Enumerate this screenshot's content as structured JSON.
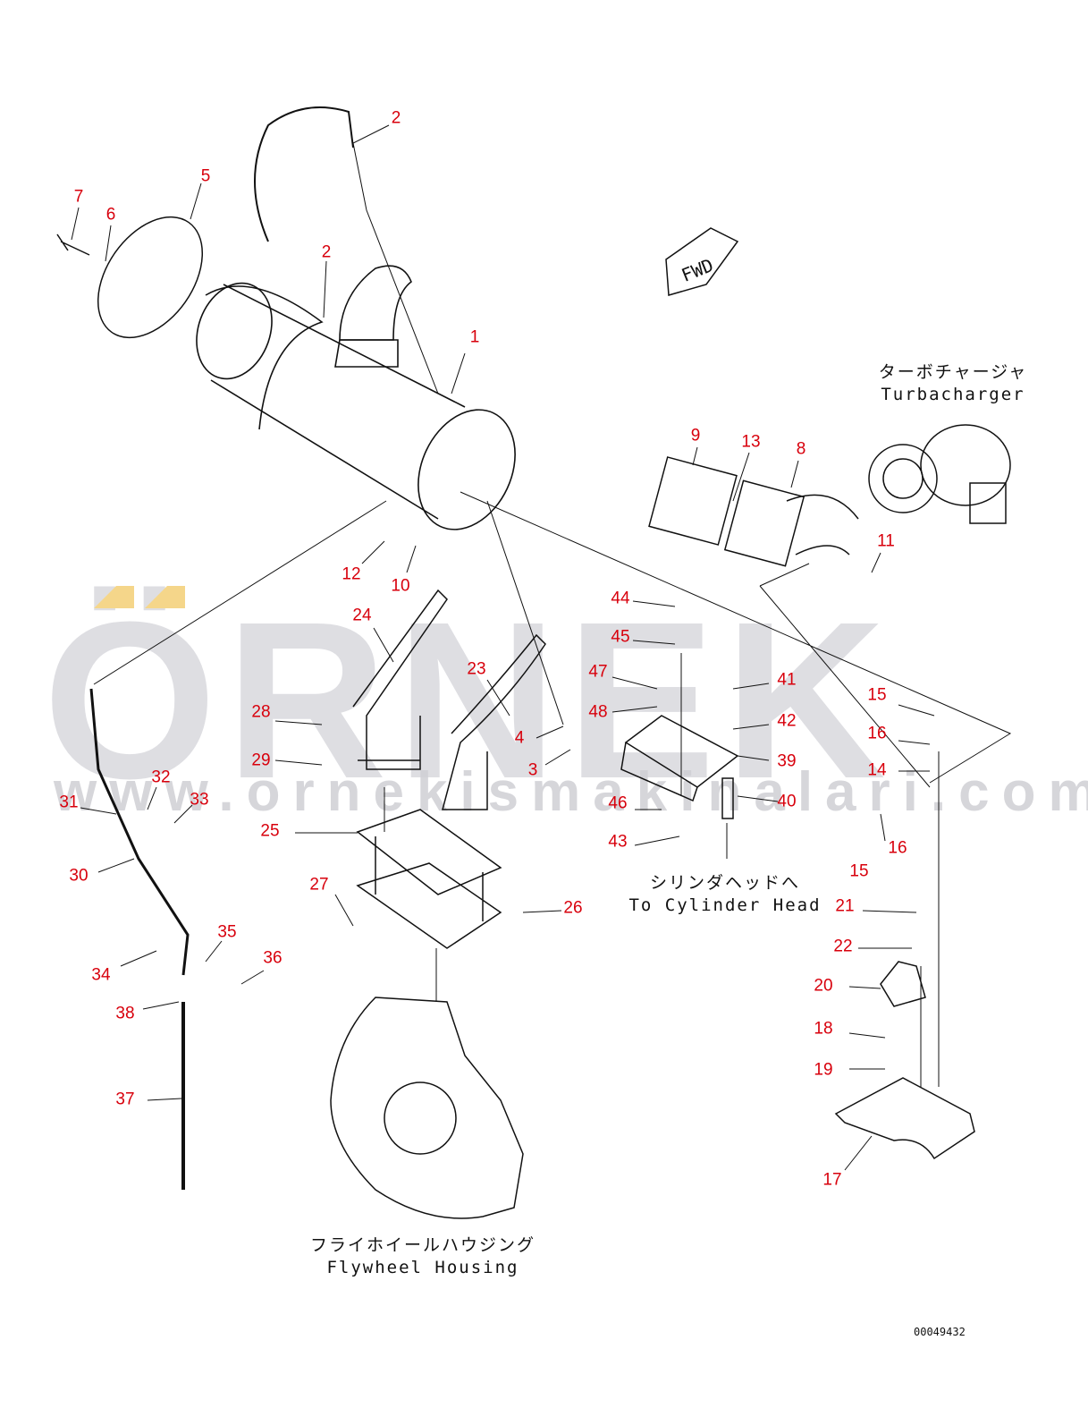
{
  "watermark": {
    "brand": "ÖRNEK",
    "url": "www.ornekismakinalari.com.tr",
    "accent_color": "#f5d68a",
    "text_color": "#d9d9de"
  },
  "direction_marker": "FWD",
  "callout_color": "#d8000c",
  "callouts": [
    "2",
    "7",
    "6",
    "5",
    "2",
    "1",
    "9",
    "13",
    "8",
    "11",
    "12",
    "10",
    "44",
    "45",
    "47",
    "41",
    "48",
    "42",
    "24",
    "23",
    "28",
    "29",
    "4",
    "3",
    "39",
    "15",
    "16",
    "14",
    "46",
    "40",
    "43",
    "16",
    "15",
    "32",
    "31",
    "33",
    "25",
    "30",
    "27",
    "26",
    "21",
    "22",
    "35",
    "36",
    "34",
    "20",
    "38",
    "18",
    "19",
    "37",
    "17"
  ],
  "notes": {
    "turbo_jp": "ターボチャージャ",
    "turbo_en": "Turbacharger",
    "cyl_jp": "シリンダヘッドへ",
    "cyl_en": "To Cylinder Head",
    "fly_jp": "フライホイールハウジング",
    "fly_en": "Flywheel Housing"
  },
  "drawing_code": "00049432"
}
